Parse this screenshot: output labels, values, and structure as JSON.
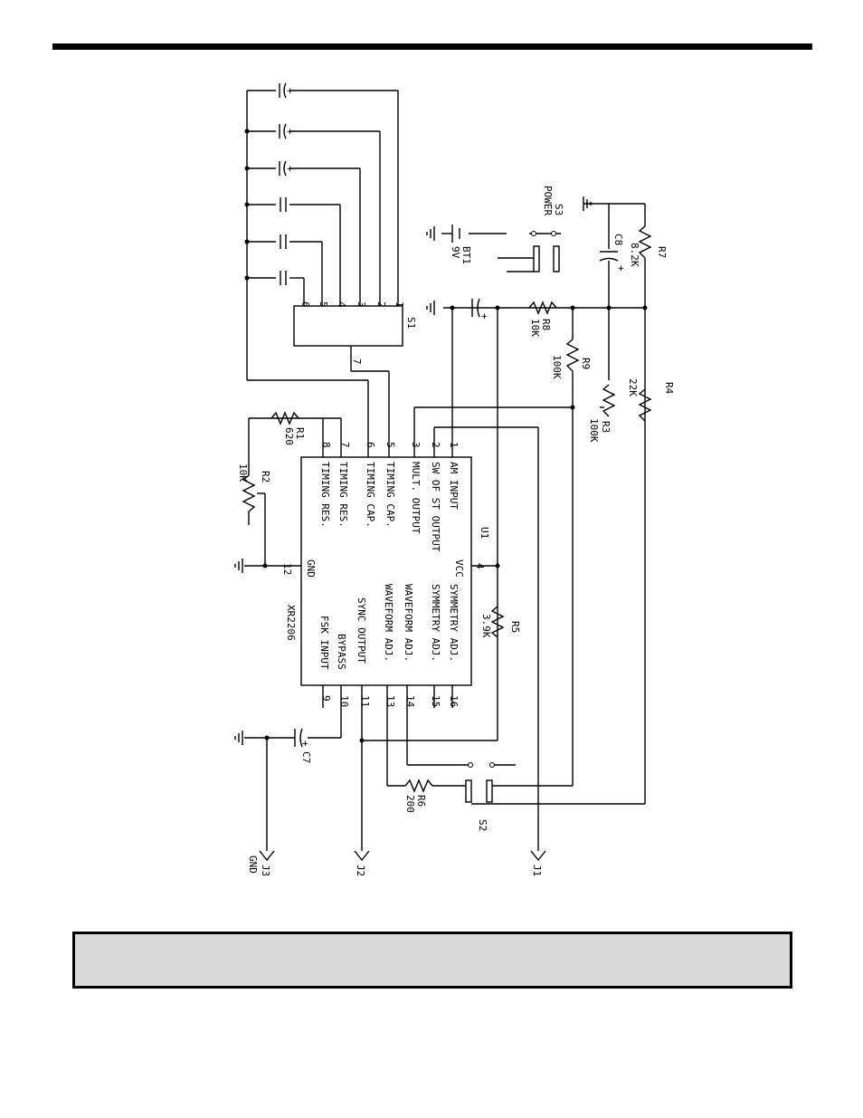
{
  "diagram": {
    "ic": {
      "designator": "U1",
      "part": "XR2206",
      "pins_top": [
        {
          "num": "1",
          "label": "AM INPUT"
        },
        {
          "num": "2",
          "label": "SW OF ST OUTPUT"
        },
        {
          "num": "3",
          "label": "MULT. OUTPUT"
        },
        {
          "num": "4",
          "label": "VCC"
        },
        {
          "num": "5",
          "label": "TIMING CAP."
        },
        {
          "num": "6",
          "label": "TIMING CAP."
        },
        {
          "num": "7",
          "label": "TIMING RES."
        },
        {
          "num": "8",
          "label": "TIMING RES."
        }
      ],
      "pins_bottom": [
        {
          "num": "16",
          "label": "SYMMETRY ADJ."
        },
        {
          "num": "15",
          "label": "SYMMETRY ADJ."
        },
        {
          "num": "14",
          "label": "WAVEFORM ADJ."
        },
        {
          "num": "13",
          "label": "WAVEFORM ADJ."
        },
        {
          "num": "12",
          "label": "GND"
        },
        {
          "num": "11",
          "label": "SYNC OUTPUT"
        },
        {
          "num": "10",
          "label": "BYPASS"
        },
        {
          "num": "9",
          "label": "FSK INPUT"
        }
      ]
    },
    "switch_s1": {
      "designator": "S1",
      "pins": [
        "1",
        "2",
        "3",
        "4",
        "5",
        "6",
        "7"
      ]
    },
    "components": {
      "r1": {
        "name": "R1",
        "value": "620"
      },
      "r2": {
        "name": "R2",
        "value": "10K"
      },
      "r3": {
        "name": "R3",
        "value": "100K"
      },
      "r4": {
        "name": "R4",
        "value": "22K"
      },
      "r5": {
        "name": "R5",
        "value": "3.9K"
      },
      "r6": {
        "name": "R6",
        "value": "200"
      },
      "r7": {
        "name": "R7",
        "value": "8.2K"
      },
      "r8": {
        "name": "R8",
        "value": "10K"
      },
      "r9": {
        "name": "R9",
        "value": "100K"
      },
      "c7": {
        "name": "C7"
      },
      "c8": {
        "name": "C8"
      },
      "bt1": {
        "name": "BT1",
        "value": "9V"
      },
      "s2": {
        "name": "S2"
      },
      "s3": {
        "name": "S3",
        "value": "POWER"
      }
    },
    "jacks": {
      "j1": {
        "name": "J1"
      },
      "j2": {
        "name": "J2"
      },
      "j3": {
        "name": "J3",
        "value": "GND"
      }
    },
    "polarity_mark": "+"
  },
  "caption": {
    "text": ""
  }
}
